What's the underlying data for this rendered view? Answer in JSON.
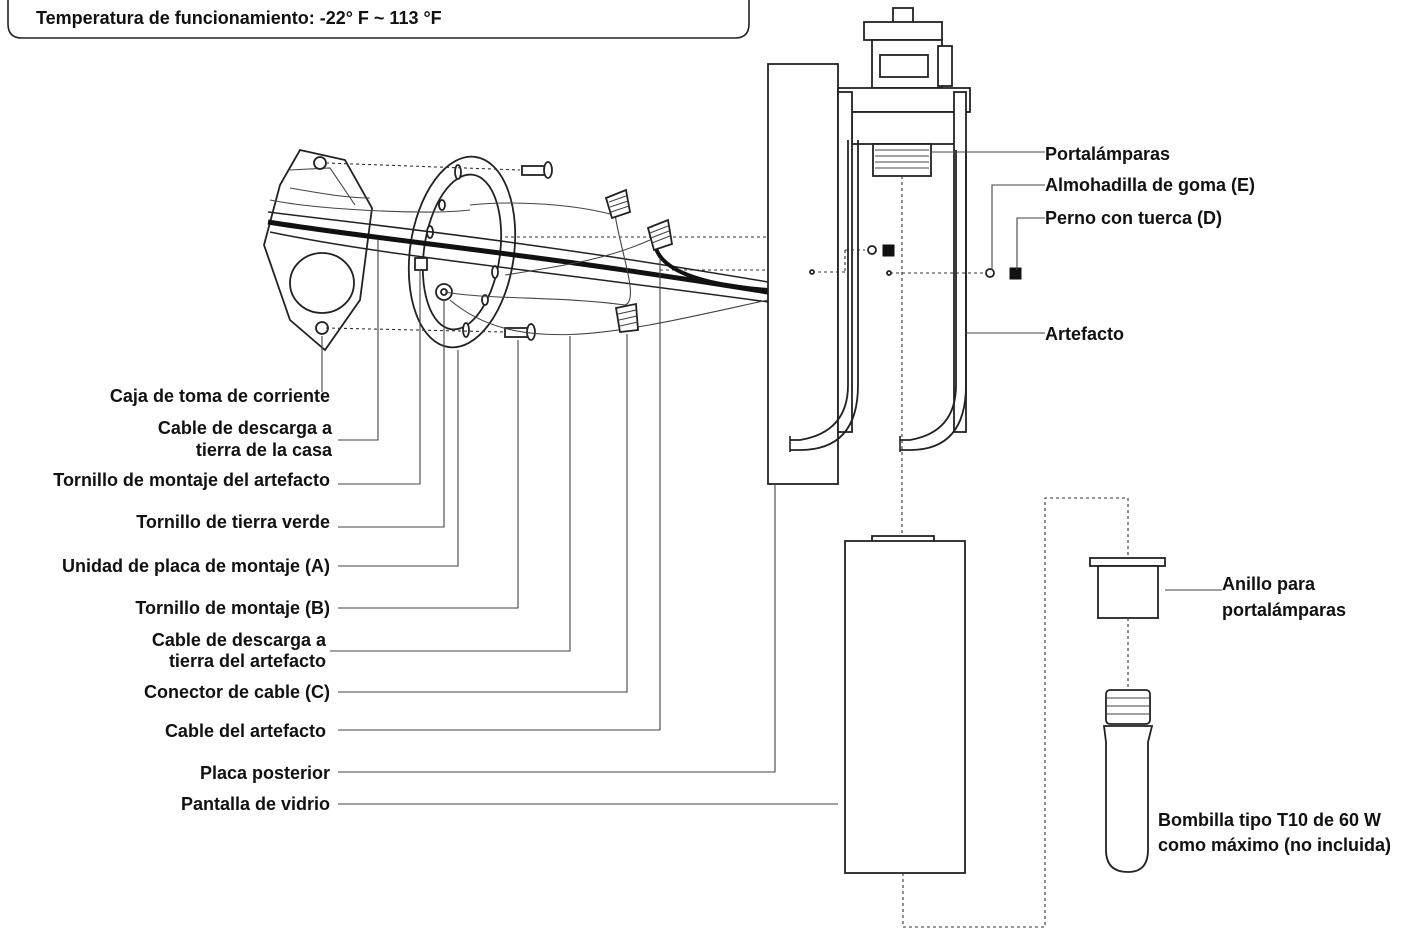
{
  "header": {
    "text": "Temperatura de funcionamiento: -22° F ~ 113 °F"
  },
  "labels": {
    "portalamparas": "Portalámparas",
    "almohadilla": "Almohadilla de goma (E)",
    "perno": "Perno con tuerca (D)",
    "artefacto": "Artefacto",
    "caja": "Caja de toma de corriente",
    "cable_casa_1": "Cable de descarga a",
    "cable_casa_2": "tierra de la casa",
    "tornillo_montaje_artefacto": "Tornillo de montaje del artefacto",
    "tornillo_tierra": "Tornillo de tierra verde",
    "placa_montaje": "Unidad de placa de montaje (A)",
    "tornillo_montaje_b": "Tornillo de montaje (B)",
    "cable_artefacto_tierra_1": "Cable de descarga a",
    "cable_artefacto_tierra_2": "tierra del artefacto",
    "conector": "Conector de cable (C)",
    "cable_artefacto": "Cable del artefacto",
    "placa_posterior": "Placa posterior",
    "pantalla": "Pantalla de vidrio",
    "anillo_1": "Anillo para",
    "anillo_2": "portalámparas",
    "bombilla_1": "Bombilla tipo T10 de 60 W",
    "bombilla_2": "como máximo (no incluida)"
  }
}
